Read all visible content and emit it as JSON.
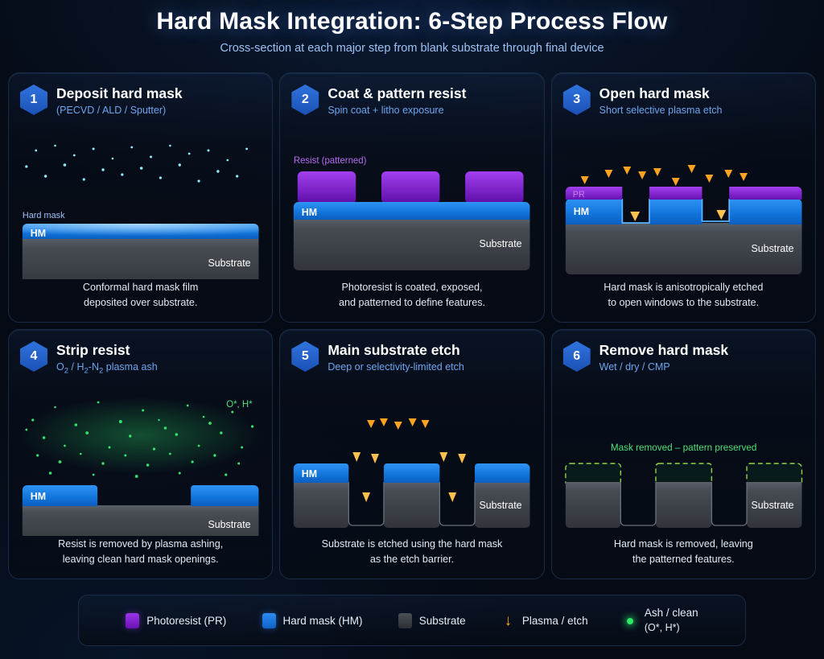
{
  "header": {
    "title": "Hard Mask Integration: 6-Step Process Flow",
    "subtitle": "Cross-section at each major step from blank substrate through final device"
  },
  "colors": {
    "background": "#050a14",
    "card_border": "#1b2c47",
    "photoresist": "#8b2fd6",
    "hard_mask": "#1d7fe0",
    "substrate": "#3a3f46",
    "plasma": "#ffa321",
    "ash": "#2ee86a",
    "accent_blue": "#6fa6f0",
    "title_white": "#ffffff"
  },
  "steps": [
    {
      "number": "1",
      "title": "Deposit hard mask",
      "subtitle": "(PECVD / ALD / Sputter)",
      "annotation": "Hard mask",
      "annotation_color": "#9dc2f5",
      "layer_labels": {
        "hm": "HM",
        "substrate": "Substrate"
      },
      "caption_line1": "Conformal hard mask film",
      "caption_line2": "deposited over substrate."
    },
    {
      "number": "2",
      "title": "Coat & pattern resist",
      "subtitle": "Spin coat + litho exposure",
      "annotation": "Resist (patterned)",
      "annotation_color": "#b96cf0",
      "layer_labels": {
        "hm": "HM",
        "substrate": "Substrate"
      },
      "caption_line1": "Photoresist is coated, exposed,",
      "caption_line2": "and patterned to define features."
    },
    {
      "number": "3",
      "title": "Open hard mask",
      "subtitle": "Short selective plasma etch",
      "annotation": "PR",
      "annotation_color": "#c77cf5",
      "layer_labels": {
        "hm": "HM",
        "substrate": "Substrate"
      },
      "caption_line1": "Hard mask is anisotropically etched",
      "caption_line2": "to open windows to the substrate."
    },
    {
      "number": "4",
      "title": "Strip resist",
      "subtitle_parts": {
        "a": "O",
        "a_sub": "2",
        "b": " / H",
        "b_sub": "2",
        "c": "-N",
        "c_sub": "2",
        "d": " plasma ash"
      },
      "subtitle": "O2 / H2-N2 plasma ash",
      "annotation": "O*, H*",
      "annotation_color": "#4fe07a",
      "layer_labels": {
        "hm": "HM",
        "substrate": "Substrate"
      },
      "caption_line1": "Resist is removed by plasma ashing,",
      "caption_line2": "leaving clean hard mask openings."
    },
    {
      "number": "5",
      "title": "Main substrate etch",
      "subtitle": "Deep or selectivity-limited etch",
      "annotation": "",
      "annotation_color": "#ffa321",
      "layer_labels": {
        "hm": "HM",
        "substrate": "Substrate"
      },
      "caption_line1": "Substrate is etched using the hard mask",
      "caption_line2": "as the etch barrier."
    },
    {
      "number": "6",
      "title": "Remove hard mask",
      "subtitle": "Wet / dry / CMP",
      "annotation": "Mask removed – pattern preserved",
      "annotation_color": "#4fe07a",
      "layer_labels": {
        "hm": "",
        "substrate": "Substrate"
      },
      "caption_line1": "Hard mask is removed, leaving",
      "caption_line2": "the patterned features."
    }
  ],
  "legend": {
    "items": [
      {
        "label": "Photoresist (PR)",
        "swatch": "pr-swatch"
      },
      {
        "label": "Hard mask (HM)",
        "swatch": "hm-swatch"
      },
      {
        "label": "Substrate",
        "swatch": "substrate-swatch"
      },
      {
        "label": "Plasma / etch",
        "swatch": "plasma-arrow-icon"
      },
      {
        "label": "Ash / clean",
        "label2": "(O*, H*)",
        "swatch": "ash-dot-icon"
      }
    ]
  }
}
